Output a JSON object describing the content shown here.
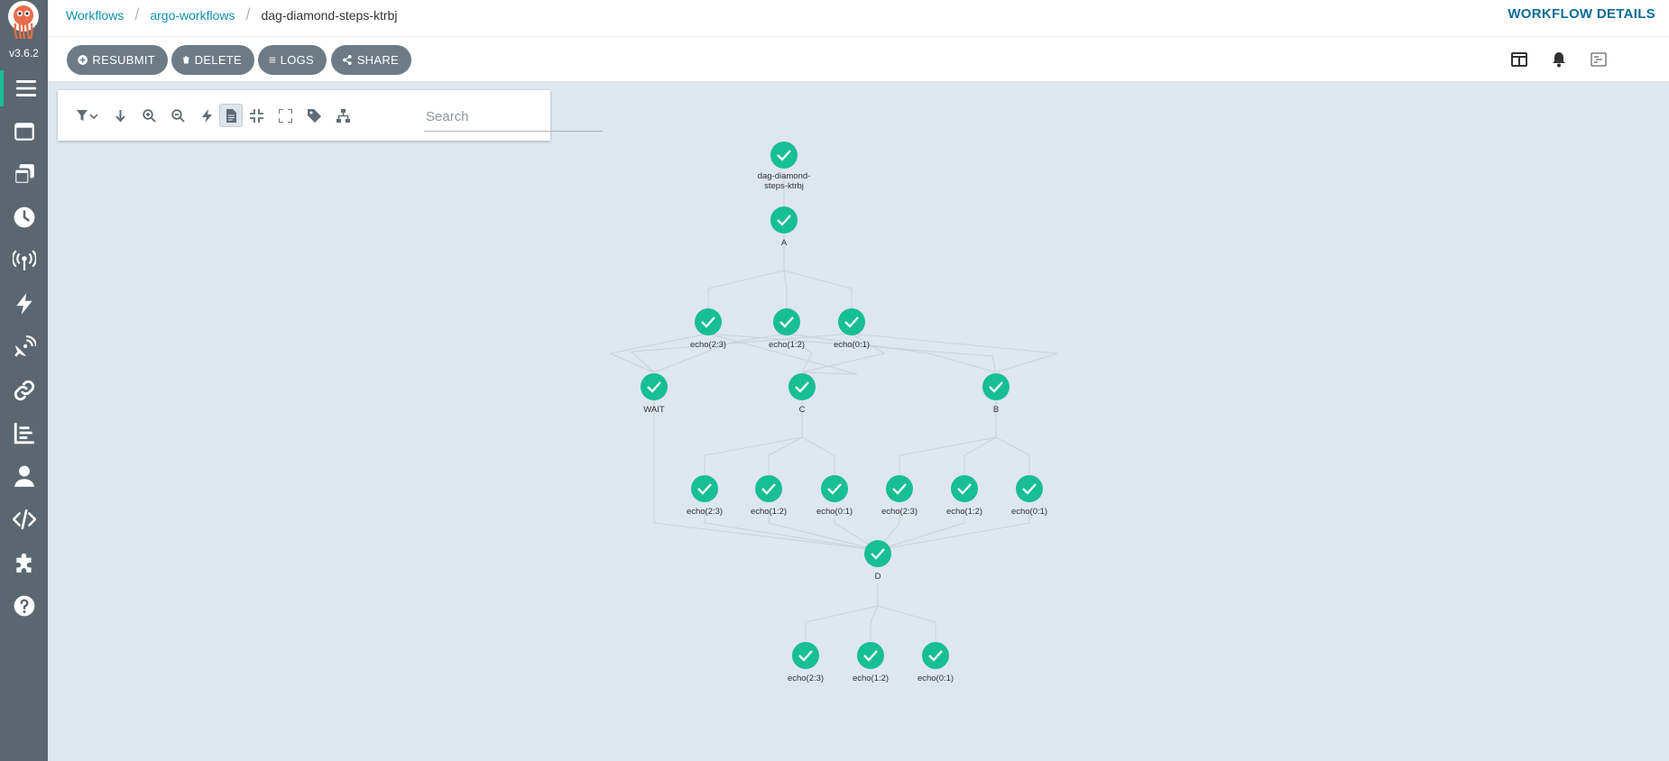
{
  "app": {
    "version": "v3.6.2"
  },
  "breadcrumb": {
    "items": [
      "Workflows",
      "argo-workflows"
    ],
    "current": "dag-diamond-steps-ktrbj"
  },
  "page_title": "WORKFLOW DETAILS",
  "sidebar": {
    "items": [
      {
        "icon": "workflows-icon",
        "label": "Workflows"
      },
      {
        "icon": "workflow-templates-icon",
        "label": "Workflow Templates"
      },
      {
        "icon": "cluster-workflow-templates-icon",
        "label": "Cluster Workflow Templates"
      },
      {
        "icon": "cron-workflows-icon",
        "label": "Cron Workflows"
      },
      {
        "icon": "event-flow-icon",
        "label": "Event Flow"
      },
      {
        "icon": "event-sources-icon",
        "label": "Event Sources"
      },
      {
        "icon": "sensors-icon",
        "label": "Sensors"
      },
      {
        "icon": "link-icon",
        "label": "Link"
      },
      {
        "icon": "reports-icon",
        "label": "Reports"
      },
      {
        "icon": "user-icon",
        "label": "User"
      },
      {
        "icon": "api-docs-icon",
        "label": "API Docs"
      },
      {
        "icon": "plugins-icon",
        "label": "Plugins"
      },
      {
        "icon": "help-icon",
        "label": "Help"
      }
    ]
  },
  "toolbar": {
    "resubmit": "RESUBMIT",
    "delete": "DELETE",
    "logs": "LOGS",
    "share": "SHARE"
  },
  "graph_toolbar": {
    "search_placeholder": "Search"
  },
  "graph": {
    "status_color": "#18be94",
    "nodes": [
      {
        "id": "root",
        "label1": "dag-diamond-",
        "label2": "steps-ktrbj"
      },
      {
        "id": "A",
        "label1": "A"
      },
      {
        "id": "a1",
        "label1": "echo(2:3)"
      },
      {
        "id": "a2",
        "label1": "echo(1:2)"
      },
      {
        "id": "a3",
        "label1": "echo(0:1)"
      },
      {
        "id": "WAIT",
        "label1": "WAIT"
      },
      {
        "id": "C",
        "label1": "C"
      },
      {
        "id": "B",
        "label1": "B"
      },
      {
        "id": "c1",
        "label1": "echo(2:3)"
      },
      {
        "id": "c2",
        "label1": "echo(1:2)"
      },
      {
        "id": "c3",
        "label1": "echo(0:1)"
      },
      {
        "id": "b1",
        "label1": "echo(2:3)"
      },
      {
        "id": "b2",
        "label1": "echo(1:2)"
      },
      {
        "id": "b3",
        "label1": "echo(0:1)"
      },
      {
        "id": "D",
        "label1": "D"
      },
      {
        "id": "d1",
        "label1": "echo(2:3)"
      },
      {
        "id": "d2",
        "label1": "echo(1:2)"
      },
      {
        "id": "d3",
        "label1": "echo(0:1)"
      }
    ]
  }
}
